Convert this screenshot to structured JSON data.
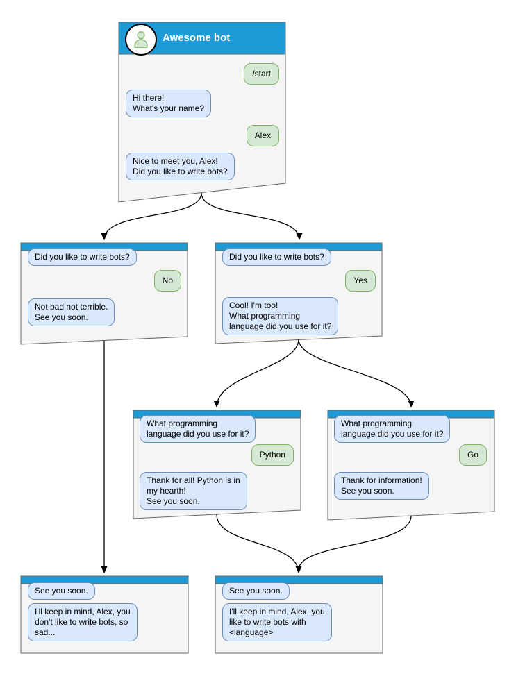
{
  "colors": {
    "header_blue": "#1e9bd7",
    "window_fill": "#f5f5f5",
    "window_border": "#666666",
    "bot_bubble_fill": "#dae8fc",
    "bot_bubble_border": "#6c8ebf",
    "user_bubble_fill": "#d5e8d4",
    "user_bubble_border": "#82b366",
    "arrow_color": "#000000"
  },
  "icons": {
    "avatar": "person-icon"
  },
  "main_window": {
    "title": "Awesome bot",
    "messages": {
      "start": "/start",
      "greeting": "Hi there!\nWhat's your name?",
      "name": "Alex",
      "question": "Nice to meet you, Alex!\nDid you like to write bots?"
    }
  },
  "branch_no": {
    "question": "Did you like to write bots?",
    "answer": "No",
    "reply": "Not bad not terrible.\nSee you soon."
  },
  "branch_yes": {
    "question": "Did you like to write bots?",
    "answer": "Yes",
    "reply": "Cool! I'm too!\nWhat programming\nlanguage did you use for it?"
  },
  "branch_python": {
    "question": "What programming\nlanguage did you use for it?",
    "answer": "Python",
    "reply": "Thank for all! Python is in\nmy hearth!\nSee you soon."
  },
  "branch_go": {
    "question": "What programming\nlanguage did you use for it?",
    "answer": "Go",
    "reply": "Thank for information!\nSee you soon."
  },
  "end_no": {
    "question": "See you soon.",
    "reply": "I'll keep in mind, Alex, you\ndon't like to write bots, so\nsad..."
  },
  "end_yes": {
    "question": "See you soon.",
    "reply": "I'll keep in mind, Alex, you\nlike to write bots with\n<language>"
  },
  "flow": [
    {
      "from": "main",
      "to": "branch_no"
    },
    {
      "from": "main",
      "to": "branch_yes"
    },
    {
      "from": "branch_yes",
      "to": "branch_python"
    },
    {
      "from": "branch_yes",
      "to": "branch_go"
    },
    {
      "from": "branch_no",
      "to": "end_no"
    },
    {
      "from": "branch_python",
      "to": "end_yes"
    },
    {
      "from": "branch_go",
      "to": "end_yes"
    }
  ]
}
